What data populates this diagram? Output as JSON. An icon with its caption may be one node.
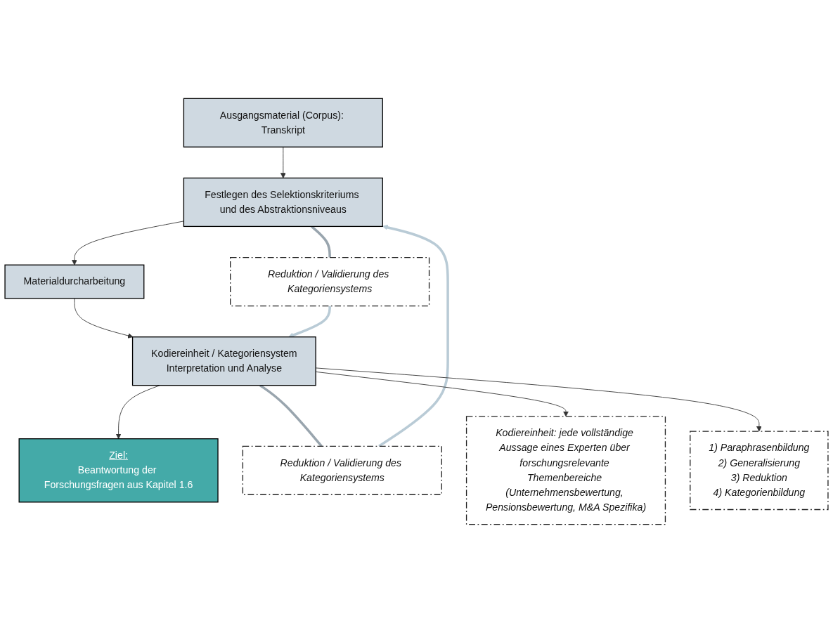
{
  "diagram": {
    "nodes": [
      {
        "text": [
          "Ausgangsmaterial (Corpus): Transkript"
        ]
      },
      {
        "text": [
          "Festlegen des Selektionskriteriums und des Abstraktionsniveaus"
        ]
      },
      {
        "text": [
          "Materialdurcharbeitung"
        ]
      },
      {
        "text": [
          "Kodiereinheit / Kategoriensystem",
          "Interpretation und Analyse"
        ]
      },
      {
        "text": [
          "Ziel:",
          "Beantwortung der Forschungsfragen aus Kapitel 1.6"
        ]
      },
      {
        "text": [
          "Reduktion / Validierung des Kategoriensystems"
        ]
      },
      {
        "text": [
          "Reduktion / Validierung des Kategoriensystems"
        ]
      },
      {
        "text": [
          "Kodiereinheit: jede vollständige Aussage eines Experten über forschungsrelevante Themenbereiche (Unternehmensbewertung, Pensionsbewertung, M&A Spezifika)"
        ]
      },
      {
        "text": [
          "1) Paraphrasenbildung",
          "2) Generalisierung",
          "3) Reduktion",
          "4) Kategorienbildung"
        ]
      }
    ],
    "edges": [
      {
        "from": 0,
        "to": 1,
        "arrow": "to"
      },
      {
        "from": 1,
        "to": 2,
        "arrow": "to"
      },
      {
        "from": 2,
        "to": 3,
        "arrow": "to"
      },
      {
        "from": 3,
        "to": 4,
        "arrow": "to"
      },
      {
        "from": 3,
        "to": 5,
        "arrow": "none",
        "style": "thick",
        "color": "#99a5ae"
      },
      {
        "from": 5,
        "to": 1,
        "arrow": "to",
        "style": "thick",
        "color": "#b9cbd6"
      },
      {
        "from": 1,
        "to": 6,
        "arrow": "none",
        "style": "thick",
        "color": "#99a5ae"
      },
      {
        "from": 6,
        "to": 3,
        "arrow": "to",
        "style": "thick",
        "color": "#b9cbd6"
      },
      {
        "from": 3,
        "to": 7,
        "arrow": "to"
      },
      {
        "from": 3,
        "to": 8,
        "arrow": "to"
      }
    ]
  }
}
